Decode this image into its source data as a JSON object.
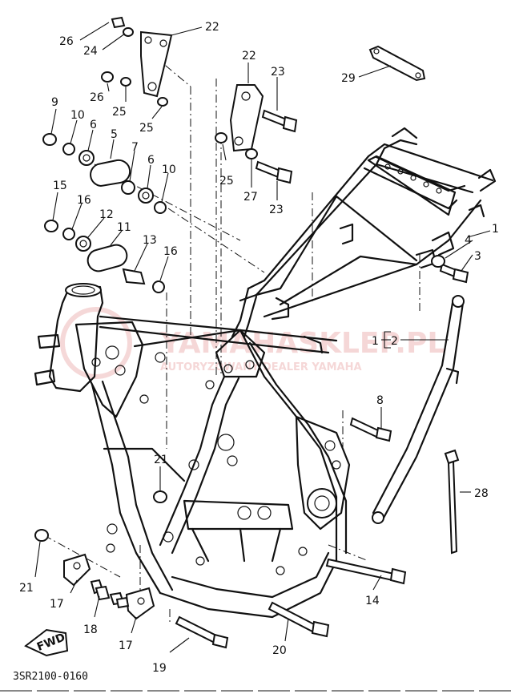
{
  "document_code": "3SR2100-0160",
  "watermark": {
    "brand": "YAMAHASKLEP.PL",
    "tagline": "AUTORYZOWANY DEALER YAMAHA"
  },
  "fwd_label": "FWD",
  "part_labels": [
    {
      "id": "l26a",
      "text": "26"
    },
    {
      "id": "l24",
      "text": "24"
    },
    {
      "id": "l22a",
      "text": "22"
    },
    {
      "id": "l22b",
      "text": "22"
    },
    {
      "id": "l29",
      "text": "29"
    },
    {
      "id": "l26b",
      "text": "26"
    },
    {
      "id": "l25a",
      "text": "25"
    },
    {
      "id": "l25b",
      "text": "25"
    },
    {
      "id": "l23a",
      "text": "23"
    },
    {
      "id": "l9",
      "text": "9"
    },
    {
      "id": "l10a",
      "text": "10"
    },
    {
      "id": "l6a",
      "text": "6"
    },
    {
      "id": "l5",
      "text": "5"
    },
    {
      "id": "l7",
      "text": "7"
    },
    {
      "id": "l6b",
      "text": "6"
    },
    {
      "id": "l10b",
      "text": "10"
    },
    {
      "id": "l25c",
      "text": "25"
    },
    {
      "id": "l27",
      "text": "27"
    },
    {
      "id": "l23b",
      "text": "23"
    },
    {
      "id": "l15",
      "text": "15"
    },
    {
      "id": "l16a",
      "text": "16"
    },
    {
      "id": "l12",
      "text": "12"
    },
    {
      "id": "l11",
      "text": "11"
    },
    {
      "id": "l13",
      "text": "13"
    },
    {
      "id": "l16b",
      "text": "16"
    },
    {
      "id": "l1a",
      "text": "1"
    },
    {
      "id": "l4",
      "text": "4"
    },
    {
      "id": "l3",
      "text": "3"
    },
    {
      "id": "l1b",
      "text": "1"
    },
    {
      "id": "l2",
      "text": "2"
    },
    {
      "id": "l8",
      "text": "8"
    },
    {
      "id": "l21a",
      "text": "21"
    },
    {
      "id": "l28",
      "text": "28"
    },
    {
      "id": "l21b",
      "text": "21"
    },
    {
      "id": "l17a",
      "text": "17"
    },
    {
      "id": "l18",
      "text": "18"
    },
    {
      "id": "l17b",
      "text": "17"
    },
    {
      "id": "l14",
      "text": "14"
    },
    {
      "id": "l20",
      "text": "20"
    },
    {
      "id": "l19",
      "text": "19"
    }
  ]
}
